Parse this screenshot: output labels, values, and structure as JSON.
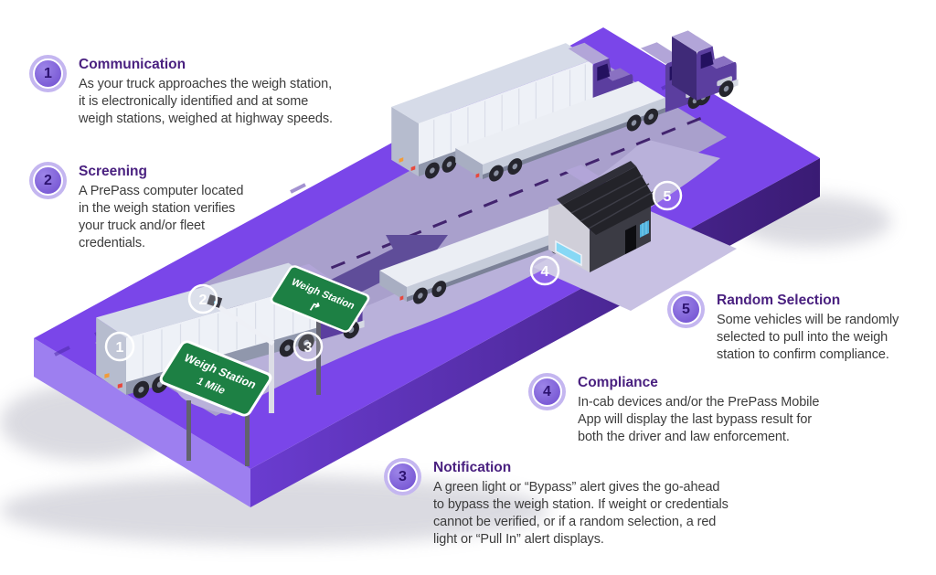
{
  "callouts": [
    {
      "num": "1",
      "title": "Communication",
      "body": "As your truck approaches the weigh station,\nit is electronically identified and at some\nweigh stations, weighed at highway speeds."
    },
    {
      "num": "2",
      "title": "Screening",
      "body": "A PrePass computer located\nin the weigh station verifies\nyour truck and/or fleet\ncredentials."
    },
    {
      "num": "3",
      "title": "Notification",
      "body": "A green light or “Bypass” alert gives the go-ahead\nto bypass the weigh station. If weight or credentials\ncannot be verified, or if a random selection, a red\nlight or “Pull In” alert displays."
    },
    {
      "num": "4",
      "title": "Compliance",
      "body": "In-cab devices and/or the PrePass Mobile\nApp will display the last bypass result for\nboth the driver and law enforcement."
    },
    {
      "num": "5",
      "title": "Random Selection",
      "body": "Some vehicles will be randomly\nselected to pull into the weigh\nstation to confirm compliance."
    }
  ],
  "scene": {
    "road_markers": [
      {
        "label": "1"
      },
      {
        "label": "2"
      },
      {
        "label": "3"
      },
      {
        "label": "4"
      },
      {
        "label": "5"
      }
    ],
    "signs": {
      "mile_sign": {
        "line1": "Weigh Station",
        "line2": "1 Mile"
      },
      "exit_sign": {
        "line1": "Weigh Station",
        "arrow": "↱"
      }
    },
    "colors": {
      "platform_purple": "#7a46e9",
      "road_lavender": "#a9a0cc",
      "bypass_lane": "#b9b1da",
      "arrow_purple": "#5f4d99",
      "heading_purple": "#4a2180",
      "sign_green": "#1d8044",
      "building_dark": "#3b3b44"
    }
  }
}
